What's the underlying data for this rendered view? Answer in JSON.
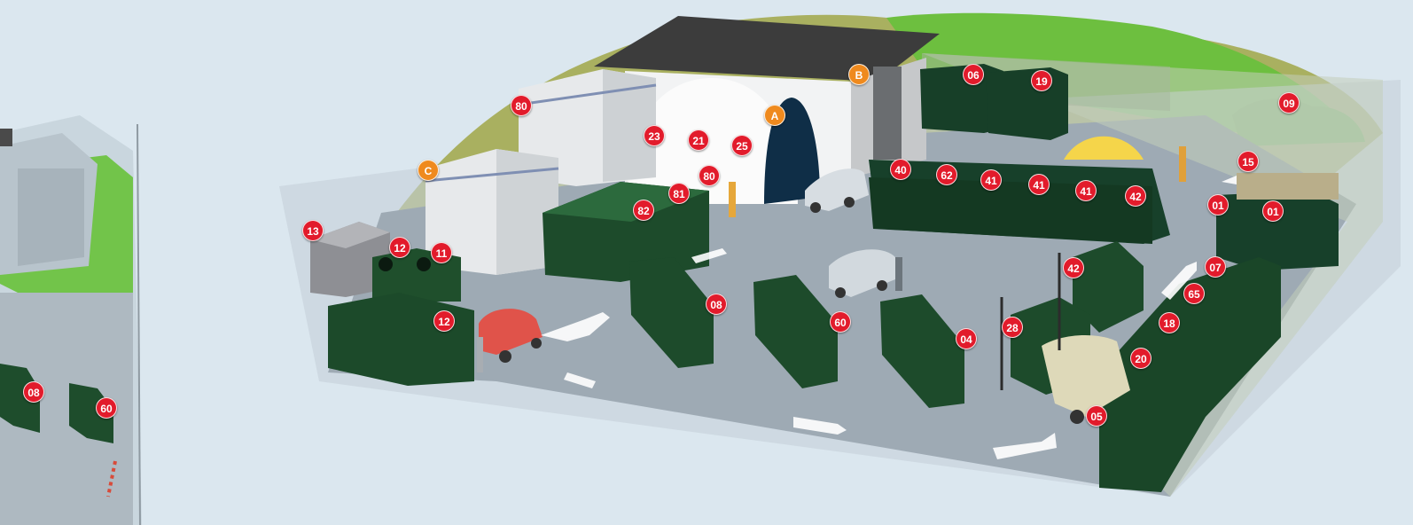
{
  "colors": {
    "background": "#dbe7ef",
    "pavement": "#9eaab4",
    "container_green": "#1c4a2a",
    "marker_red": "#e21b2b",
    "marker_orange": "#ef8a1e",
    "hill": "#a9b060",
    "grass": "#5fb83a",
    "building_roof": "#3c3c3c"
  },
  "markers": [
    {
      "id": "m-80-top",
      "label": "80",
      "color": "red"
    },
    {
      "id": "m-23",
      "label": "23",
      "color": "red"
    },
    {
      "id": "m-21",
      "label": "21",
      "color": "red"
    },
    {
      "id": "m-25",
      "label": "25",
      "color": "red"
    },
    {
      "id": "m-A",
      "label": "A",
      "color": "orange"
    },
    {
      "id": "m-B",
      "label": "B",
      "color": "orange"
    },
    {
      "id": "m-C",
      "label": "C",
      "color": "orange"
    },
    {
      "id": "m-06",
      "label": "06",
      "color": "red"
    },
    {
      "id": "m-19",
      "label": "19",
      "color": "red"
    },
    {
      "id": "m-09",
      "label": "09",
      "color": "red"
    },
    {
      "id": "m-15",
      "label": "15",
      "color": "red"
    },
    {
      "id": "m-80-mid",
      "label": "80",
      "color": "red"
    },
    {
      "id": "m-81",
      "label": "81",
      "color": "red"
    },
    {
      "id": "m-82",
      "label": "82",
      "color": "red"
    },
    {
      "id": "m-40",
      "label": "40",
      "color": "red"
    },
    {
      "id": "m-62",
      "label": "62",
      "color": "red"
    },
    {
      "id": "m-41a",
      "label": "41",
      "color": "red"
    },
    {
      "id": "m-41b",
      "label": "41",
      "color": "red"
    },
    {
      "id": "m-41c",
      "label": "41",
      "color": "red"
    },
    {
      "id": "m-42a",
      "label": "42",
      "color": "red"
    },
    {
      "id": "m-01a",
      "label": "01",
      "color": "red"
    },
    {
      "id": "m-01b",
      "label": "01",
      "color": "red"
    },
    {
      "id": "m-13",
      "label": "13",
      "color": "red"
    },
    {
      "id": "m-12a",
      "label": "12",
      "color": "red"
    },
    {
      "id": "m-11",
      "label": "11",
      "color": "red"
    },
    {
      "id": "m-12b",
      "label": "12",
      "color": "red"
    },
    {
      "id": "m-08",
      "label": "08",
      "color": "red"
    },
    {
      "id": "m-60",
      "label": "60",
      "color": "red"
    },
    {
      "id": "m-04",
      "label": "04",
      "color": "red"
    },
    {
      "id": "m-42b",
      "label": "42",
      "color": "red"
    },
    {
      "id": "m-07",
      "label": "07",
      "color": "red"
    },
    {
      "id": "m-65",
      "label": "65",
      "color": "red"
    },
    {
      "id": "m-28",
      "label": "28",
      "color": "red"
    },
    {
      "id": "m-18",
      "label": "18",
      "color": "red"
    },
    {
      "id": "m-20",
      "label": "20",
      "color": "red"
    },
    {
      "id": "m-05",
      "label": "05",
      "color": "red"
    },
    {
      "id": "m-08-left",
      "label": "08",
      "color": "red"
    },
    {
      "id": "m-60-left",
      "label": "60",
      "color": "red"
    }
  ]
}
